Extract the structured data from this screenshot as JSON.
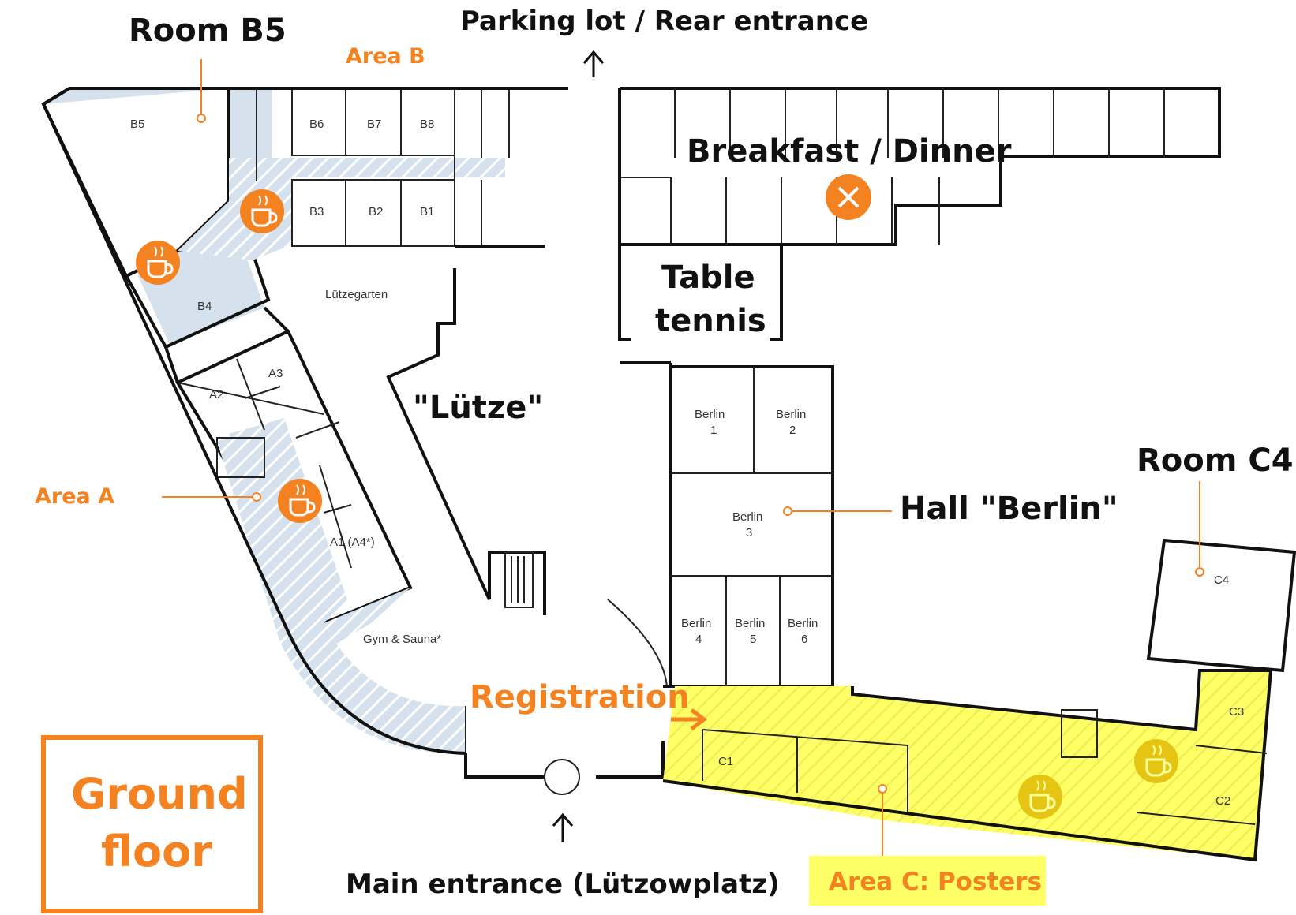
{
  "title": "Ground floor",
  "labels": {
    "room_b5": "Room B5",
    "parking": "Parking lot / Rear entrance",
    "area_b": "Area B",
    "area_a": "Area A",
    "breakfast": "Breakfast / Dinner",
    "table_tennis_1": "Table",
    "table_tennis_2": "tennis",
    "lutze": "\"Lütze\"",
    "hall_berlin": "Hall \"Berlin\"",
    "room_c4": "Room C4",
    "registration": "Registration",
    "main_entrance": "Main entrance (Lützowplatz)",
    "area_c": "Area C: Posters",
    "ground_1": "Ground",
    "ground_2": "floor",
    "lutzegarten": "Lützegarten",
    "gym": "Gym & Sauna*"
  },
  "rooms": {
    "b5": "B5",
    "b6": "B6",
    "b7": "B7",
    "b8": "B8",
    "b3": "B3",
    "b2": "B2",
    "b1": "B1",
    "b4": "B4",
    "a2": "A2",
    "a3": "A3",
    "a1": "A1 (A4*)",
    "berlin1_1": "Berlin",
    "berlin1_2": "1",
    "berlin2_1": "Berlin",
    "berlin2_2": "2",
    "berlin3_1": "Berlin",
    "berlin3_2": "3",
    "berlin4_1": "Berlin",
    "berlin4_2": "4",
    "berlin5_1": "Berlin",
    "berlin5_2": "5",
    "berlin6_1": "Berlin",
    "berlin6_2": "6",
    "c1": "C1",
    "c2": "C2",
    "c3": "C3",
    "c4": "C4"
  },
  "icons": [
    "coffee-icon",
    "cutlery-icon",
    "arrow-up-icon",
    "arrow-right-icon"
  ],
  "colors": {
    "accent": "#f58220",
    "area_blue": "#d5e1ec",
    "hall_blue": "#a7c1d1",
    "poster_yellow": "#ffff66",
    "wall": "#111111"
  }
}
